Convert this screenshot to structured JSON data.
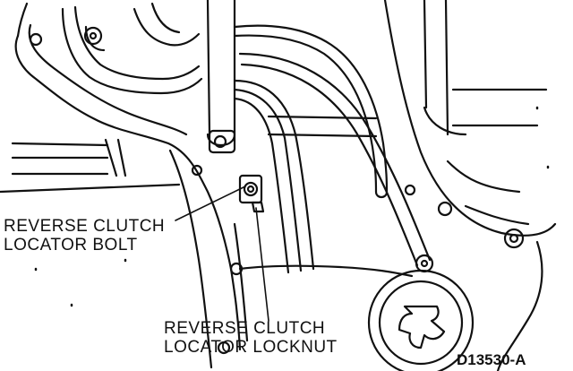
{
  "callouts": {
    "bolt": {
      "line1": "REVERSE CLUTCH",
      "line2": "LOCATOR BOLT"
    },
    "locknut": {
      "line1": "REVERSE CLUTCH",
      "line2": "LOCATOR LOCKNUT"
    }
  },
  "figure_id": "D13530-A",
  "colors": {
    "ink": "#111111",
    "paper": "#ffffff"
  }
}
